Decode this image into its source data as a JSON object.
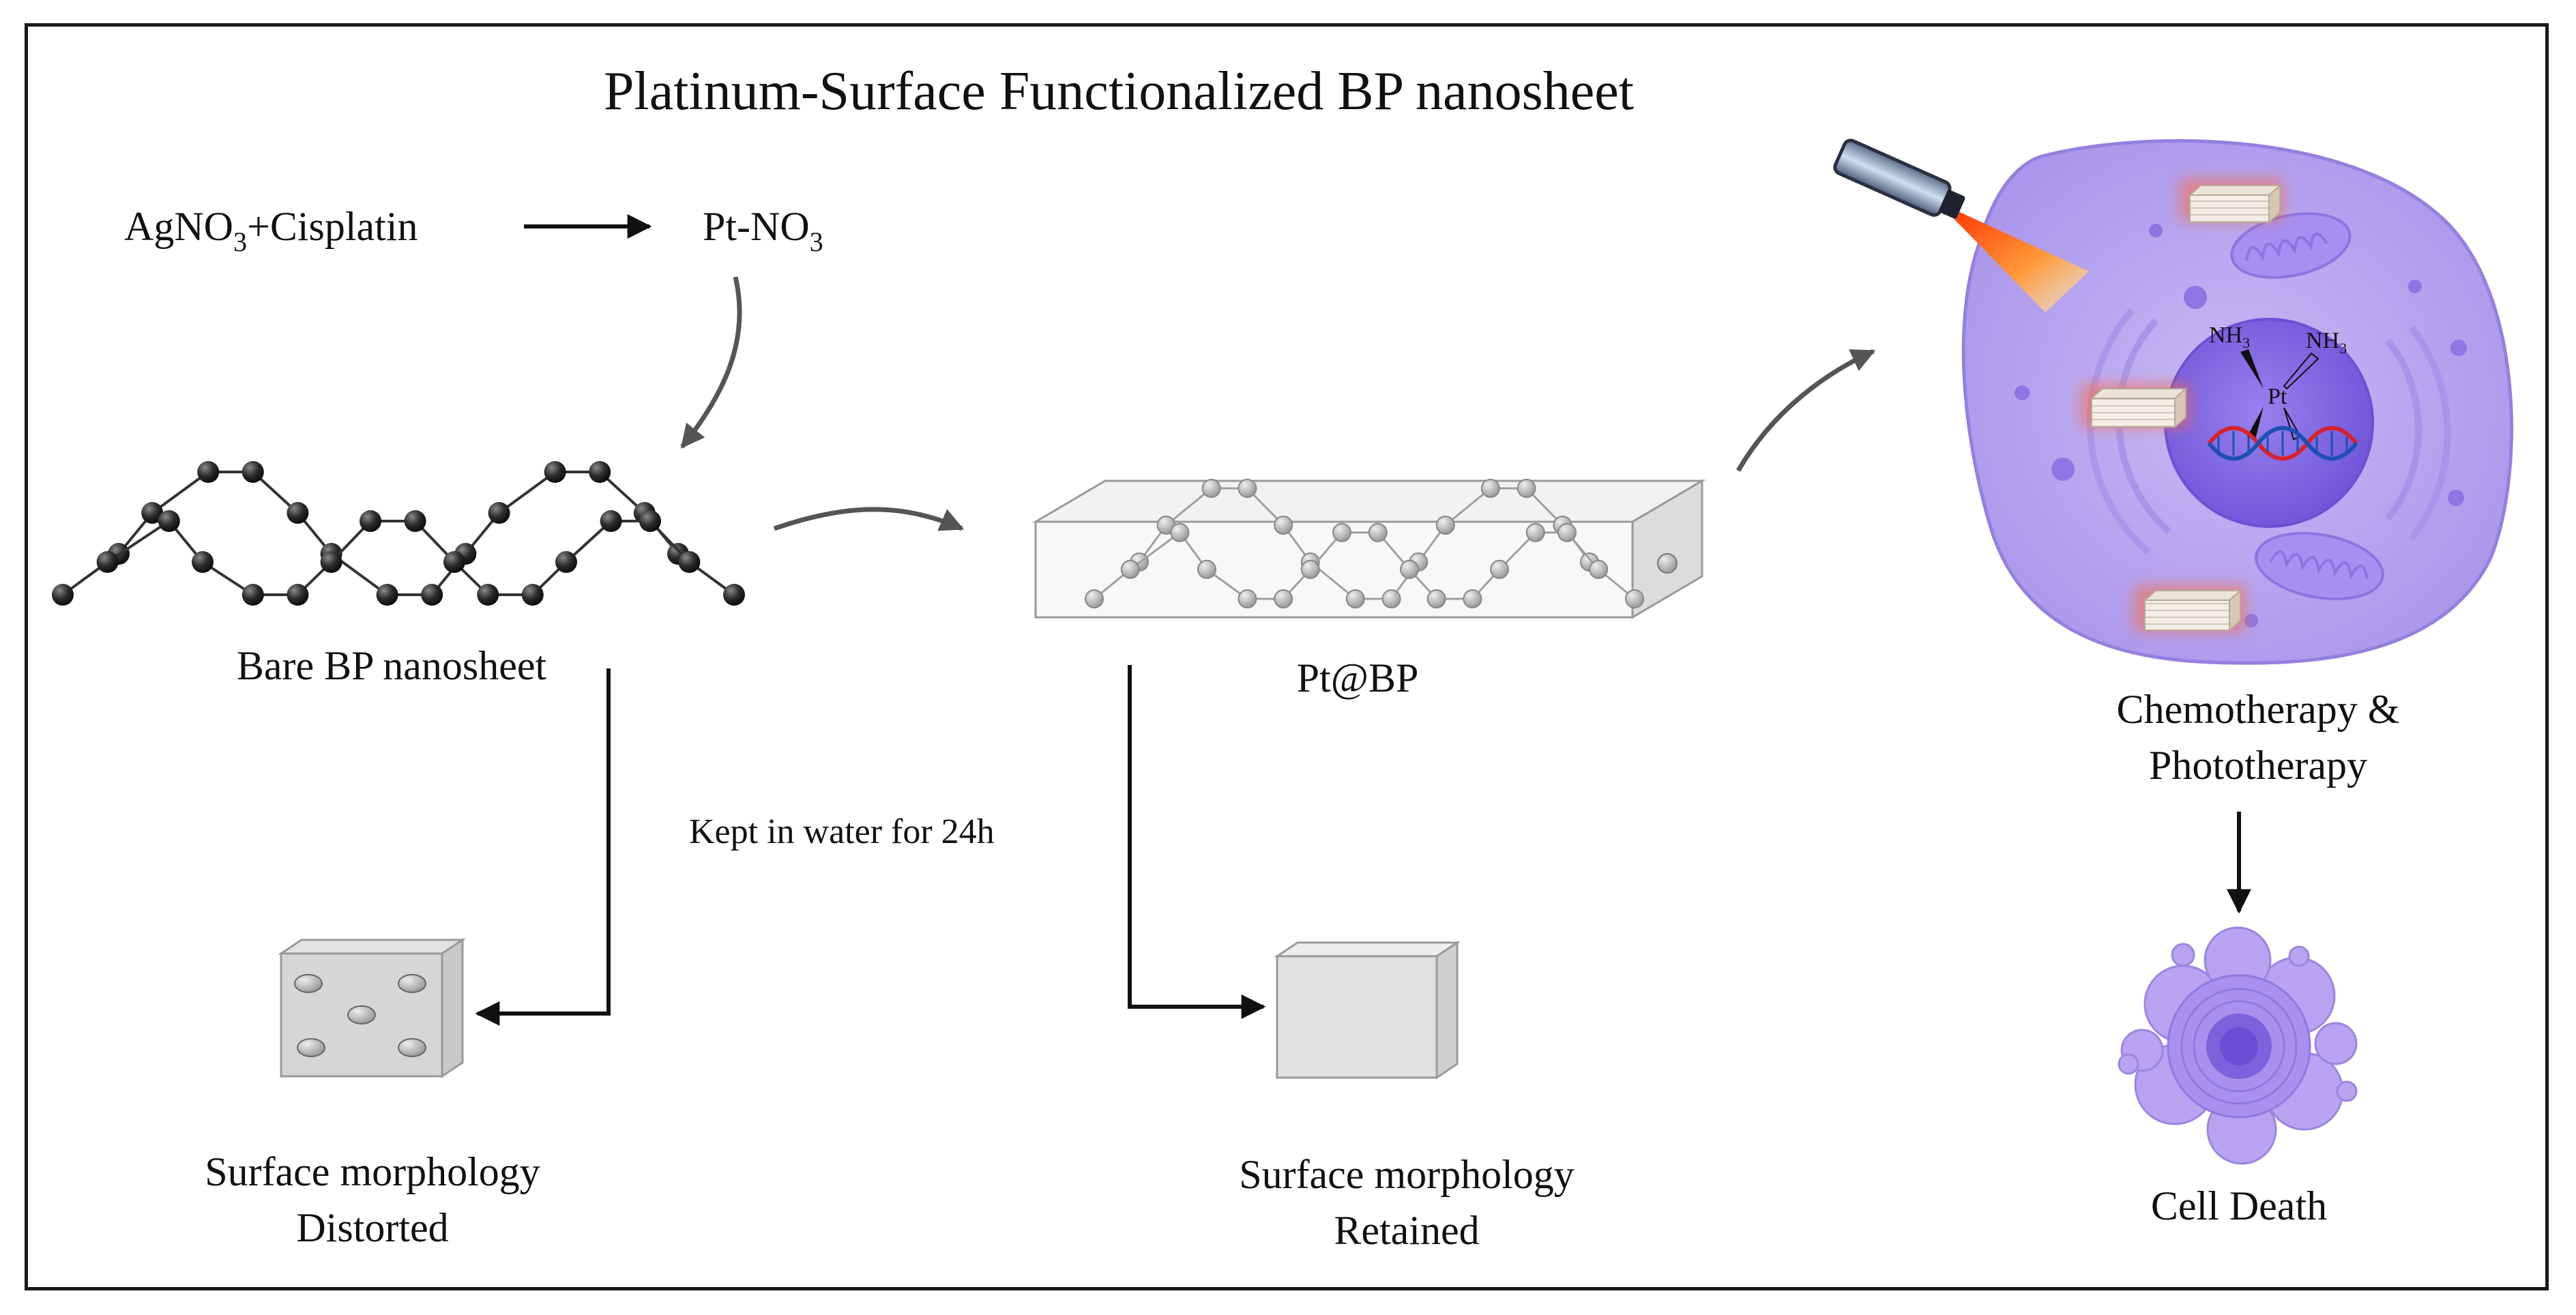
{
  "title": "Platinum-Surface Functionalized BP nanosheet",
  "reaction": {
    "reactants": "AgNO3+Cisplatin",
    "product": "Pt-NO3"
  },
  "labels": {
    "bare": "Bare BP nanosheet",
    "pt_bp": "Pt@BP",
    "condition": "Kept in water for 24h",
    "morph_distorted_1": "Surface morphology",
    "morph_distorted_2": "Distorted",
    "morph_retained_1": "Surface morphology",
    "morph_retained_2": "Retained",
    "therapy_1": "Chemotherapy &",
    "therapy_2": "Phototherapy",
    "death": "Cell Death"
  },
  "cisplatin": {
    "nh3": "NH",
    "sub3": "3",
    "pt": "Pt"
  },
  "colors": {
    "cell": "#b9a6ee",
    "nucleus": "#7b62e0",
    "laser": "#ff6a1a",
    "dna_red": "#d8232a",
    "dna_blue": "#1e4fb5",
    "atom": "#2a2a2a"
  },
  "icons": [
    "laser-device-icon",
    "mitochondria-icon",
    "dna-icon",
    "dead-cell-icon"
  ]
}
